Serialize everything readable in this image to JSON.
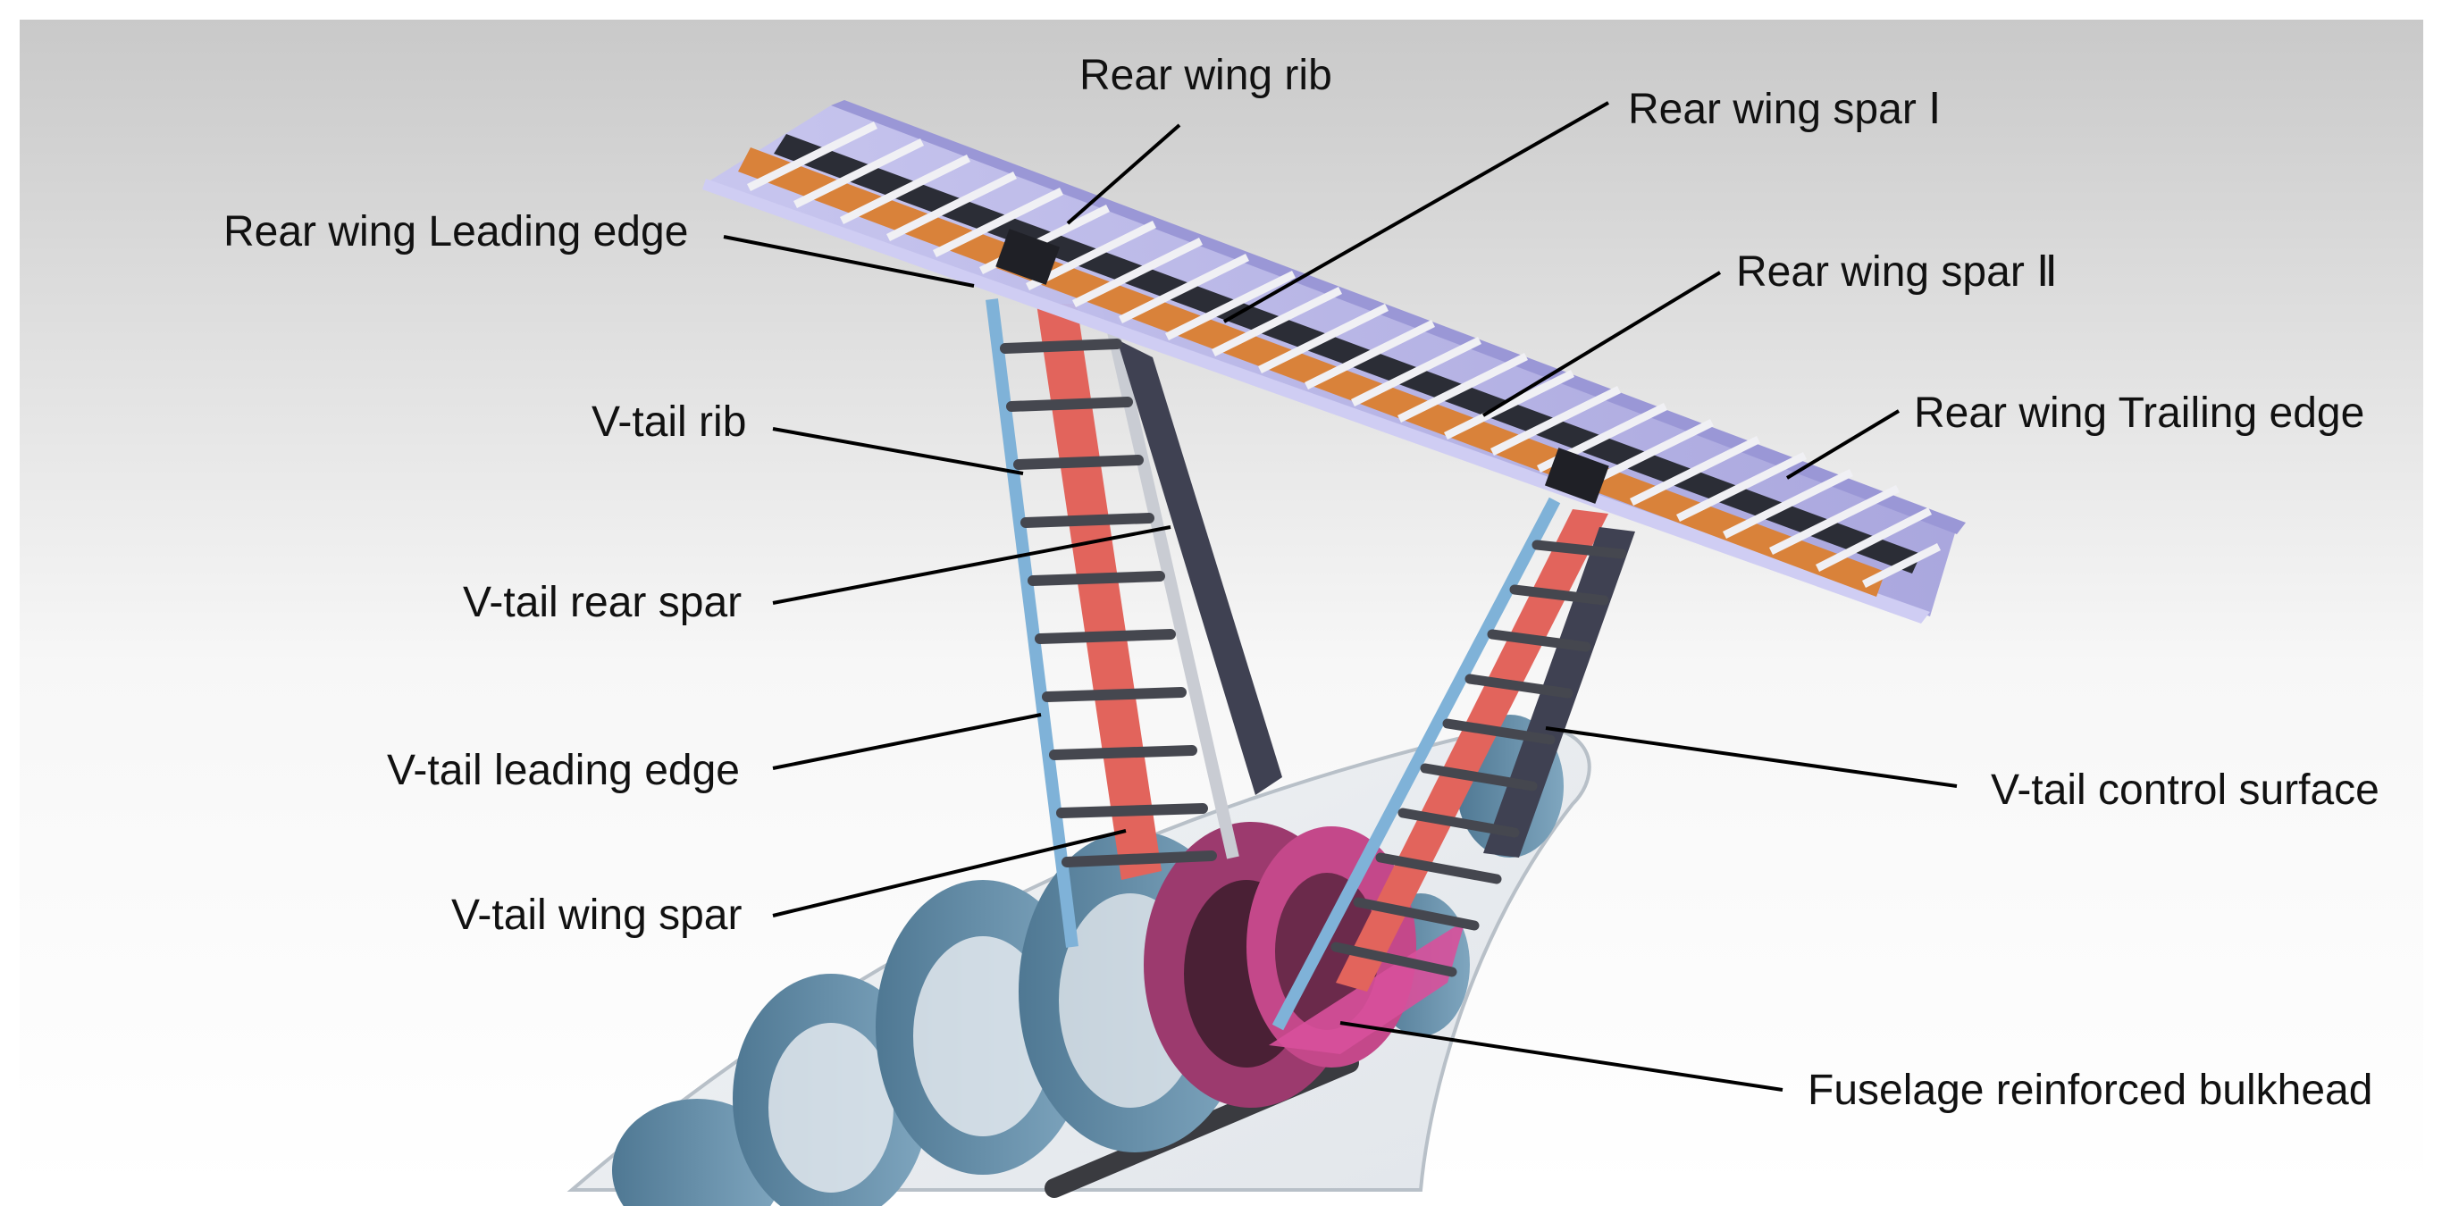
{
  "labels": {
    "rear_wing_rib": "Rear wing rib",
    "rear_wing_spar_1": "Rear wing spar Ⅰ",
    "rear_wing_leading_edge": "Rear wing Leading edge",
    "rear_wing_spar_2": "Rear wing spar Ⅱ",
    "rear_wing_trailing_edge": "Rear wing Trailing edge",
    "vtail_rib": "V-tail rib",
    "vtail_rear_spar": "V-tail rear spar",
    "vtail_leading_edge": "V-tail leading edge",
    "vtail_control_surface": "V-tail control surface",
    "vtail_wing_spar": "V-tail wing spar",
    "fuselage_reinforced_bulkhead": "Fuselage reinforced bulkhead"
  },
  "colors": {
    "wing_skin": "#b8b6e8",
    "spar_orange": "#d9823a",
    "spar_dark": "#2b2d36",
    "vtail_spar_red": "#e2645c",
    "vtail_leading_blue": "#7fb2d8",
    "control_surface": "#3f4152",
    "bulkhead_blue": "#5f8aa5",
    "bulkhead_magenta": "#d8509b",
    "fuselage_glass": "#e9edf2"
  }
}
